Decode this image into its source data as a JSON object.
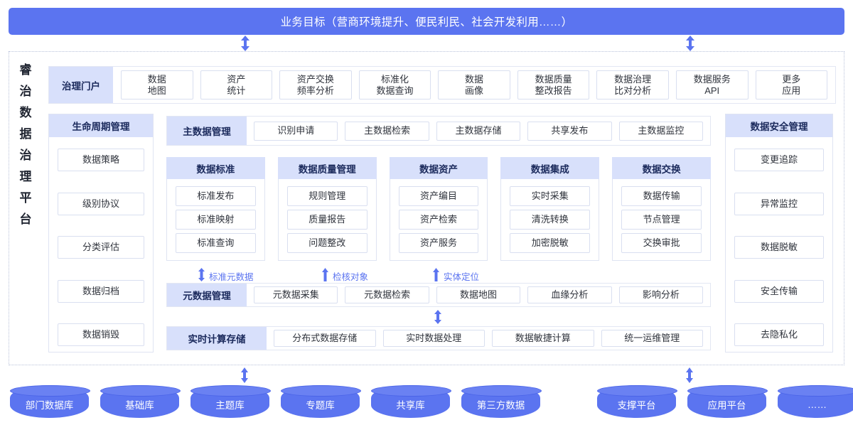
{
  "banner": {
    "text": "业务目标（营商环境提升、便民利民、社会开发利用……）"
  },
  "platform": {
    "vertical_title": [
      "睿",
      "治",
      "数",
      "据",
      "治",
      "理",
      "平",
      "台"
    ]
  },
  "portal": {
    "label": "治理门户",
    "items": [
      "数据\n地图",
      "资产\n统计",
      "资产交换\n频率分析",
      "标准化\n数据查询",
      "数据\n画像",
      "数据质量\n整改报告",
      "数据治理\n比对分析",
      "数据服务\nAPI",
      "更多\n应用"
    ]
  },
  "lifecycle": {
    "title": "生命周期管理",
    "items": [
      "数据策略",
      "级别协议",
      "分类评估",
      "数据归档",
      "数据销毁"
    ]
  },
  "security": {
    "title": "数据安全管理",
    "items": [
      "变更追踪",
      "异常监控",
      "数据脱敏",
      "安全传输",
      "去隐私化"
    ]
  },
  "masterdata": {
    "label": "主数据管理",
    "items": [
      "识别申请",
      "主数据检索",
      "主数据存储",
      "共享发布",
      "主数据监控"
    ]
  },
  "domains": [
    {
      "title": "数据标准",
      "items": [
        "标准发布",
        "标准映射",
        "标准查询"
      ]
    },
    {
      "title": "数据质量管理",
      "items": [
        "规则管理",
        "质量报告",
        "问题整改"
      ]
    },
    {
      "title": "数据资产",
      "items": [
        "资产编目",
        "资产检索",
        "资产服务"
      ]
    },
    {
      "title": "数据集成",
      "items": [
        "实时采集",
        "清洗转换",
        "加密脱敏"
      ]
    },
    {
      "title": "数据交换",
      "items": [
        "数据传输",
        "节点管理",
        "交换审批"
      ]
    }
  ],
  "flow_labels": [
    {
      "text": "标准元数据",
      "arrow": "bidirectional-arrow-icon"
    },
    {
      "text": "检核对象",
      "arrow": "up-arrow-icon"
    },
    {
      "text": "实体定位",
      "arrow": "up-arrow-icon"
    }
  ],
  "metadata": {
    "label": "元数据管理",
    "items": [
      "元数据采集",
      "元数据检索",
      "数据地图",
      "血缘分析",
      "影响分析"
    ]
  },
  "realtime": {
    "label": "实时计算存储",
    "items": [
      "分布式数据存储",
      "实时数据处理",
      "数据敏捷计算",
      "统一运维管理"
    ]
  },
  "sources_left": [
    "部门数据库",
    "基础库",
    "主题库",
    "专题库",
    "共享库",
    "第三方数据"
  ],
  "sources_right": [
    "支撑平台",
    "应用平台",
    "……"
  ],
  "colors": {
    "accent": "#5b74f0",
    "header_bg": "#d8e0fb",
    "header_text": "#1b2a5c",
    "chip_border": "#d9dff0",
    "panel_border": "#dfe4f2",
    "dotted_border": "#b9c2da"
  }
}
